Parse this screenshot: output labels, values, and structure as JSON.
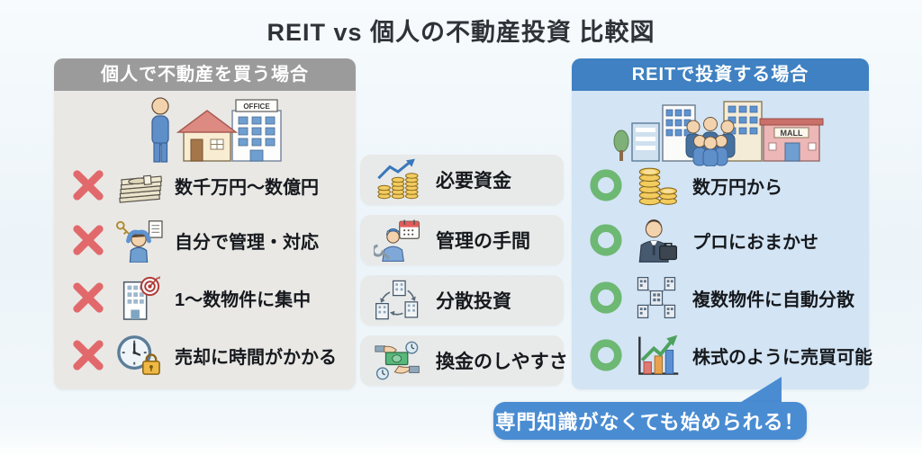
{
  "title": "REIT vs 個人の不動産投資 比較図",
  "left_panel": {
    "header": "個人で不動産を買う場合",
    "illustration_sign": "OFFICE",
    "mark": "cross",
    "items": [
      {
        "icon": "money-stack-icon",
        "label": "数千万円〜数億円"
      },
      {
        "icon": "stressed-landlord-icon",
        "label": "自分で管理・対応"
      },
      {
        "icon": "building-target-icon",
        "label": "1〜数物件に集中"
      },
      {
        "icon": "clock-lock-icon",
        "label": "売却に時間がかかる"
      }
    ]
  },
  "middle": {
    "items": [
      {
        "icon": "coins-growth-icon",
        "label": "必要資金"
      },
      {
        "icon": "maintenance-worker-icon",
        "label": "管理の手間"
      },
      {
        "icon": "buildings-cycle-icon",
        "label": "分散投資"
      },
      {
        "icon": "cash-exchange-icon",
        "label": "換金のしやすさ"
      }
    ]
  },
  "right_panel": {
    "header": "REITで投資する場合",
    "illustration_sign": "MALL",
    "mark": "circle",
    "items": [
      {
        "icon": "coin-stacks-icon",
        "label": "数万円から"
      },
      {
        "icon": "businessman-icon",
        "label": "プロにおまかせ"
      },
      {
        "icon": "building-network-icon",
        "label": "複数物件に自動分散"
      },
      {
        "icon": "stock-chart-icon",
        "label": "株式のように売買可能"
      }
    ]
  },
  "callout": {
    "text": "専門知識がなくても始められる！"
  },
  "colors": {
    "background": "#eef5f9",
    "left_header_bg": "#9b9b9b",
    "left_body_bg": "#e9e8e5",
    "right_header_bg": "#3f81c2",
    "right_body_bg": "#d3e4f4",
    "chip_bg": "#e8eae9",
    "cross_mark": "#e2696b",
    "circle_mark": "#6db873",
    "callout_bg": "#4a8cd2",
    "title_text": "#2e3338"
  }
}
